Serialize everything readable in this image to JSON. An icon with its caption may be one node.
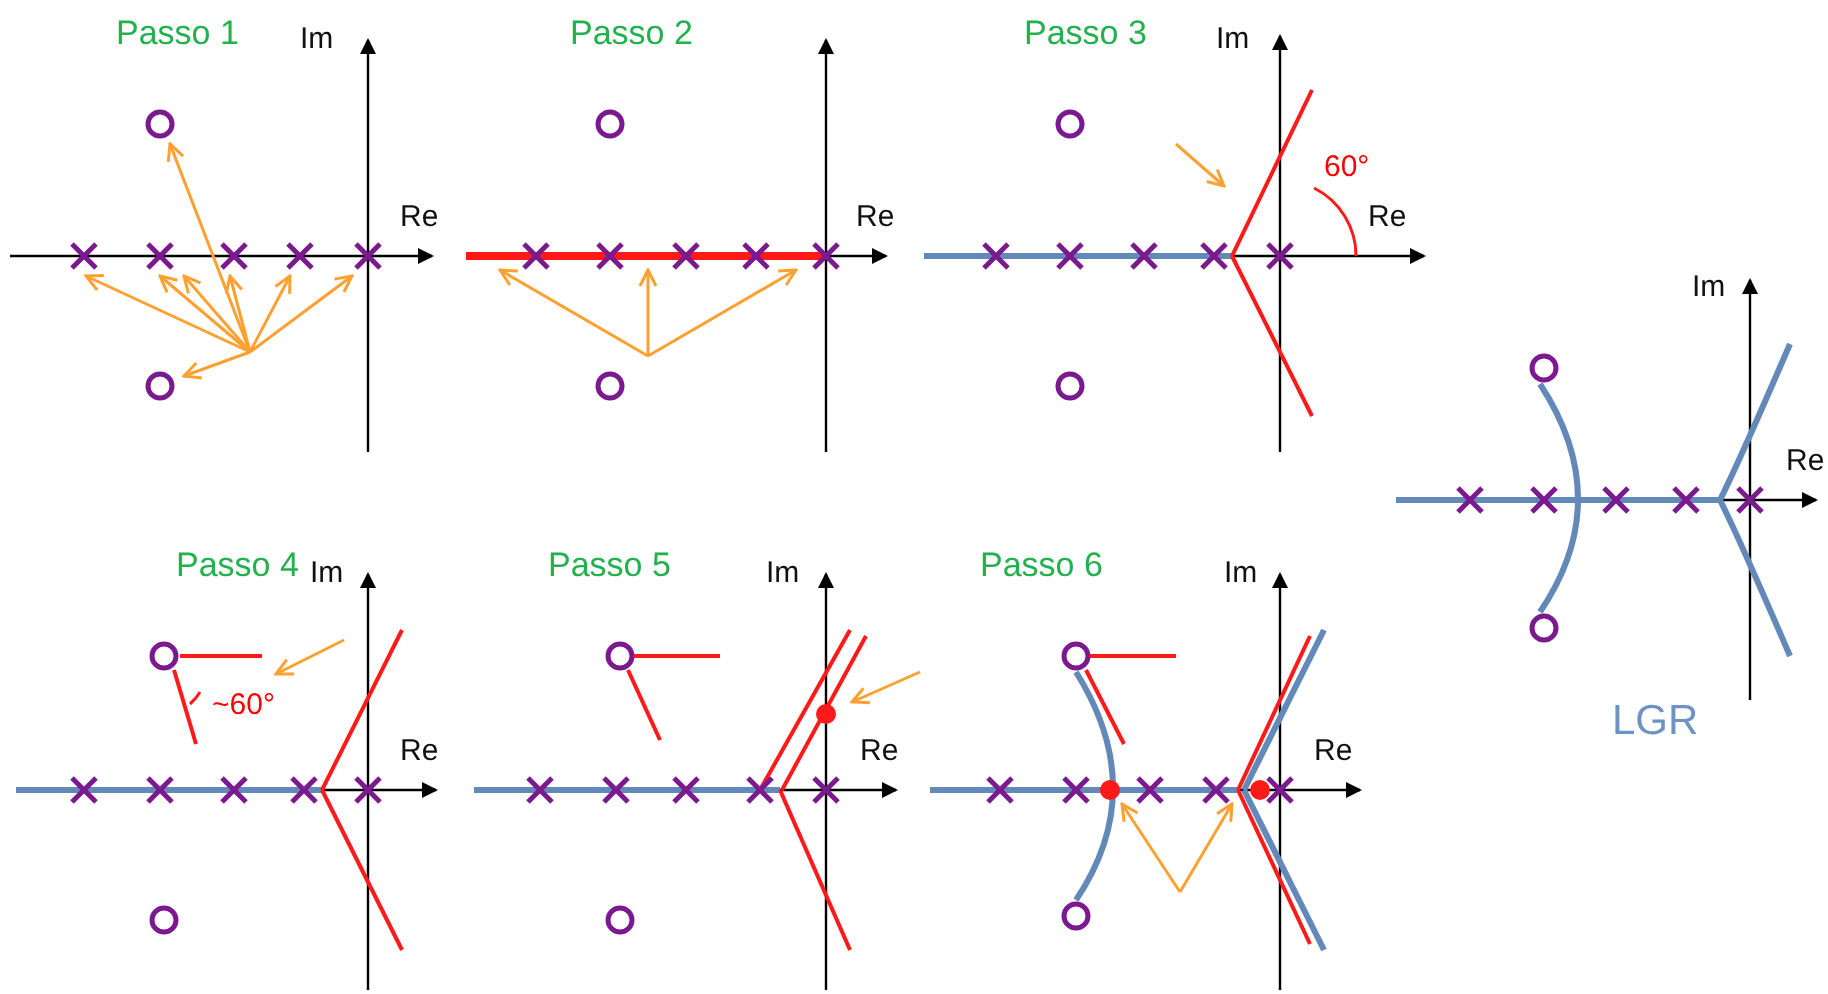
{
  "diagram": {
    "labels": [
      "Passo 1",
      "Im",
      "Re",
      "Passo 2",
      "Re",
      "Passo 3",
      "Im",
      "60°",
      "Re",
      "Im",
      "Re",
      "Passo 4",
      "Im",
      "~60°",
      "Re",
      "Passo 5",
      "Im",
      "Re",
      "Passo 6",
      "Im",
      "Re",
      "LGR"
    ]
  }
}
